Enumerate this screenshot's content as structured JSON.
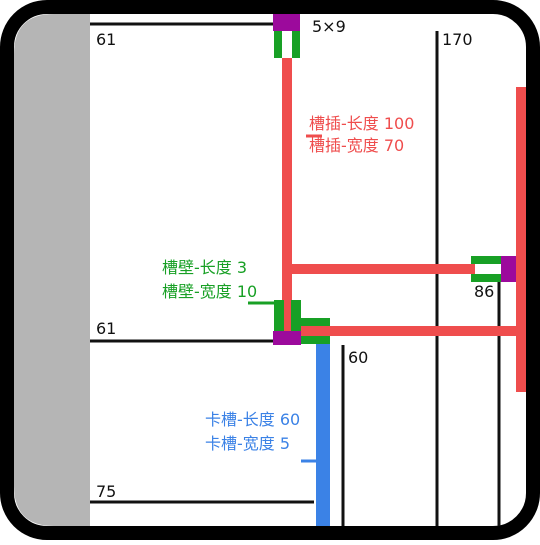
{
  "dimensions": {
    "ruler_top_left": "61",
    "chip": "5×9",
    "ruler_top_right": "170",
    "ruler_mid_left": "61",
    "ruler_right_stub": "86",
    "ruler_lower_center": "60",
    "ruler_bottom_left": "75"
  },
  "annotations": {
    "slot_insert": {
      "length": "槽插-长度 100",
      "width": "槽插-宽度 70"
    },
    "slot_wall": {
      "length": "槽壁-长度 3",
      "width": "槽壁-宽度 10"
    },
    "card_slot": {
      "length": "卡槽-长度 60",
      "width": "卡槽-宽度 5"
    }
  },
  "colors": {
    "frame": "#000000",
    "side_panel": "#b5b5b5",
    "slot_insert": "#ef4d4d",
    "slot_wall": "#18a025",
    "card_slot": "#3b82e6",
    "joint": "#9c0a9c"
  }
}
